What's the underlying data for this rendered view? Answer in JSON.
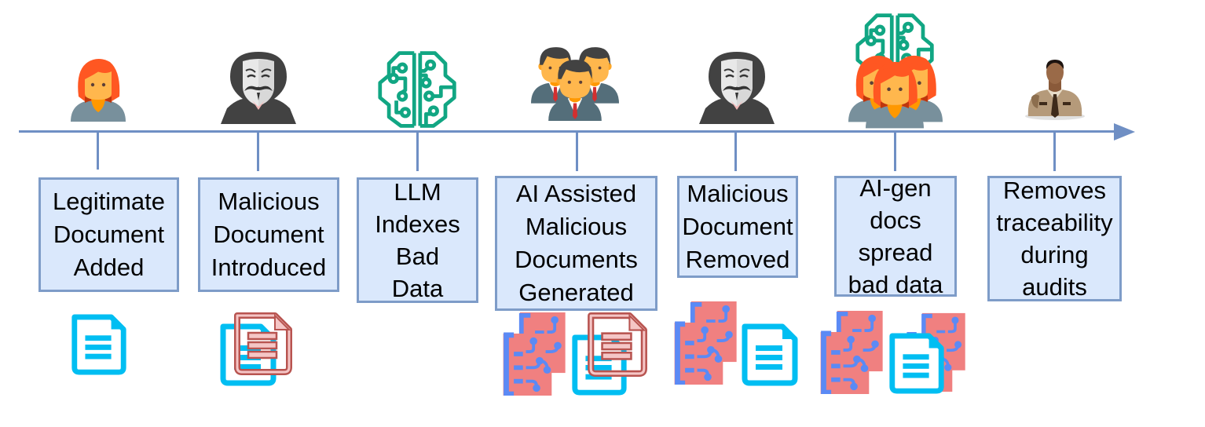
{
  "diagram": {
    "type": "timeline",
    "colors": {
      "axis": "#6f8fc4",
      "box_fill": "#dae8fc",
      "box_border": "#7e9cc8",
      "legit_doc": "#00bef2",
      "malicious_doc_fill": "#f5c6c6",
      "malicious_doc_stroke": "#b85450",
      "ai_doc_fill": "#f08080",
      "ai_doc_circuit": "#5b8af5",
      "brain": "#11a683",
      "hair": "#ff5722",
      "skin": "#ffb74d",
      "shirt_grey": "#78909c",
      "suit": "#546e7a",
      "tie": "#d32f2f",
      "hood": "#424242"
    },
    "events": [
      {
        "id": "legit-added",
        "actor_icon": "user-woman-icon",
        "lines": [
          "Legitimate",
          "Document",
          "Added"
        ],
        "artifacts": [
          "legit-document-icon"
        ]
      },
      {
        "id": "malicious-introduced",
        "actor_icon": "anonymous-hacker-icon",
        "lines": [
          "Malicious",
          "Document",
          "Introduced"
        ],
        "artifacts": [
          "legit-document-icon",
          "malicious-document-icon"
        ]
      },
      {
        "id": "llm-indexes",
        "actor_icon": "ai-brain-icon",
        "lines": [
          "LLM",
          "Indexes",
          "Bad",
          "Data"
        ],
        "artifacts": []
      },
      {
        "id": "ai-assisted-generated",
        "actor_icon": "businessmen-group-icon",
        "lines": [
          "AI Assisted",
          "Malicious",
          "Documents",
          "Generated"
        ],
        "artifacts": [
          "ai-generated-document-icon",
          "legit-document-icon",
          "malicious-document-icon"
        ]
      },
      {
        "id": "malicious-removed",
        "actor_icon": "anonymous-hacker-icon",
        "lines": [
          "Malicious",
          "Document",
          "Removed"
        ],
        "artifacts": [
          "ai-generated-document-icon",
          "legit-document-icon"
        ]
      },
      {
        "id": "ai-gen-spread",
        "actor_icon": "users-with-ai-brain-icon",
        "lines": [
          "AI-gen",
          "docs",
          "spread",
          "bad data"
        ],
        "artifacts": [
          "ai-generated-document-icon",
          "legit-document-icon",
          "ai-generated-document-icon"
        ]
      },
      {
        "id": "removes-traceability",
        "actor_icon": "security-auditor-icon",
        "lines": [
          "Removes",
          "traceability",
          "during",
          "audits"
        ],
        "artifacts": []
      }
    ]
  }
}
